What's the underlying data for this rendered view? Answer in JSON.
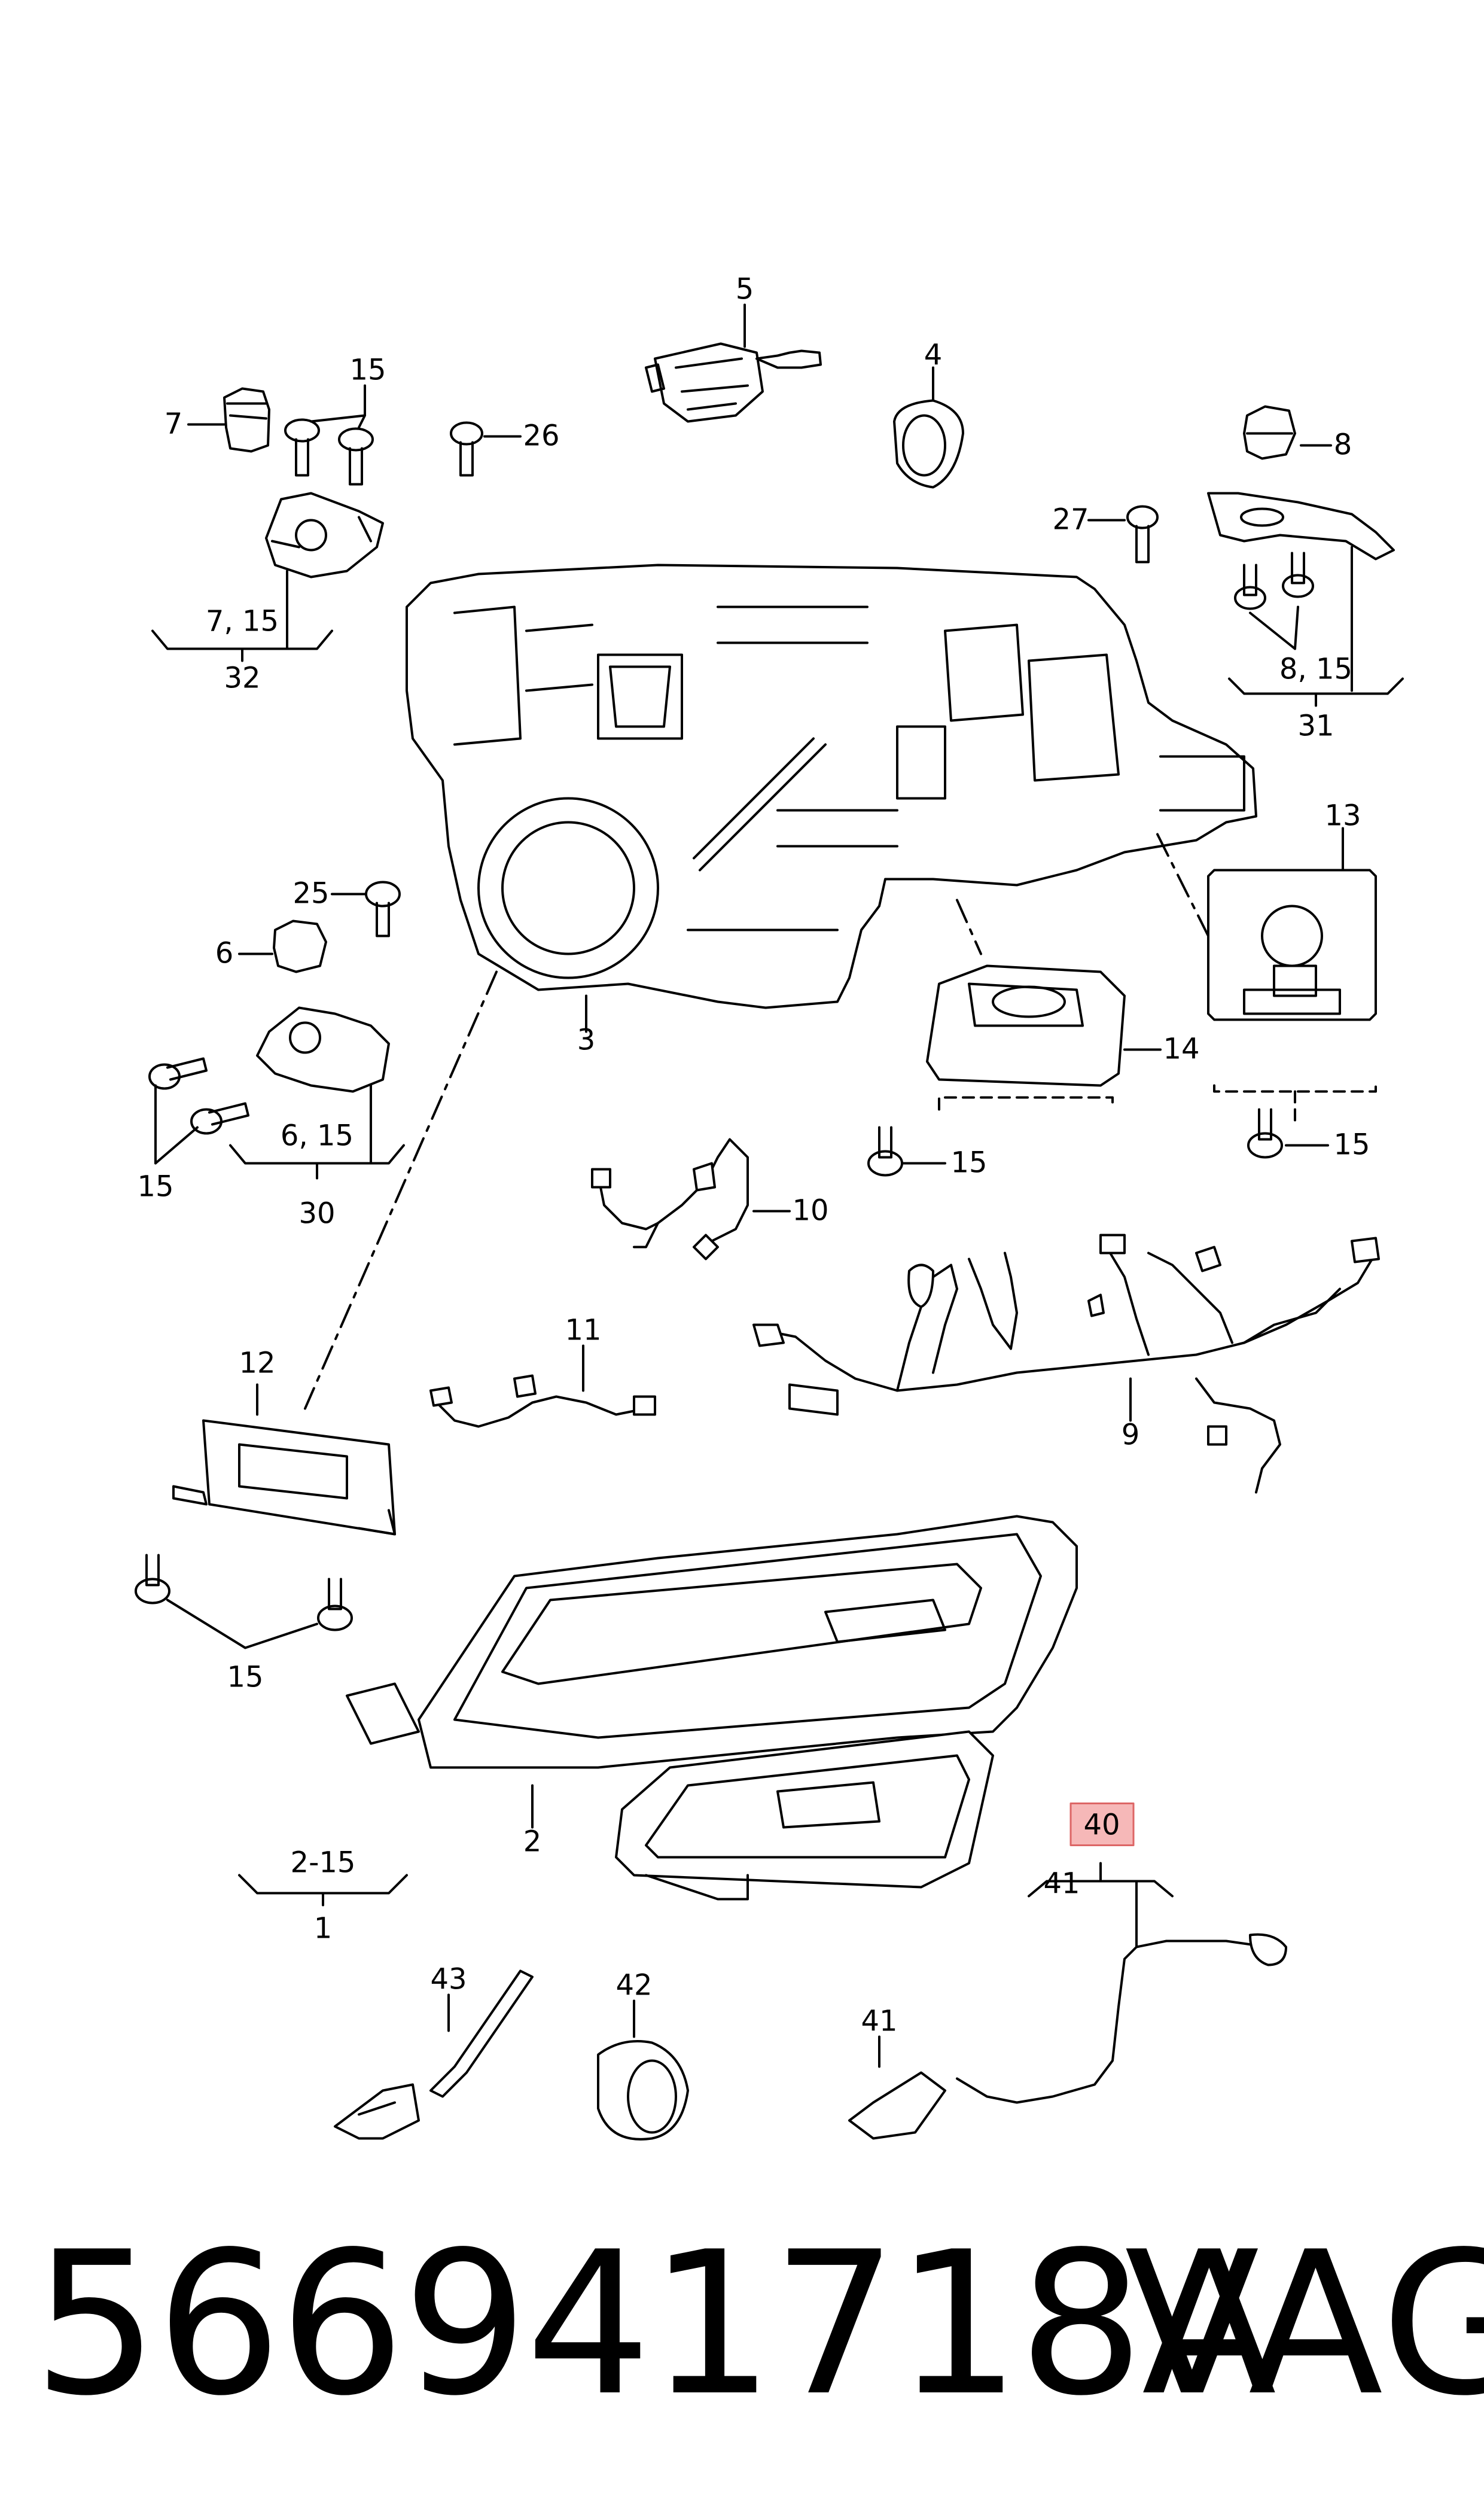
{
  "diagram": {
    "callouts": {
      "c5": "5",
      "c4": "4",
      "c15a": "15",
      "c7": "7",
      "c26": "26",
      "c8": "8",
      "c27": "27",
      "c3": "3",
      "c13": "13",
      "c25": "25",
      "c6": "6",
      "c14": "14",
      "c15b": "15",
      "c15c": "15",
      "c15d": "15",
      "c10": "10",
      "c12": "12",
      "c11": "11",
      "c9": "9",
      "c15e": "15",
      "c2": "2",
      "c40": "40",
      "c43": "43",
      "c42": "42",
      "c41": "41"
    },
    "groups": {
      "g32_top": "7, 15",
      "g32": "32",
      "g31_top": "8, 15",
      "g31": "31",
      "g30_top": "6, 15",
      "g30": "30",
      "g1_top": "2-15",
      "g1": "1",
      "g41_top": "41"
    },
    "highlight_color": "#f6b8b8"
  },
  "footer": {
    "part_number": "566941718A",
    "brand": "VAG"
  }
}
